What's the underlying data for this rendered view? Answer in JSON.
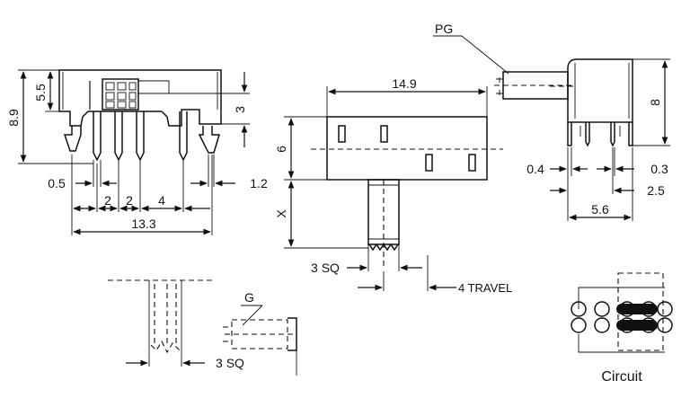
{
  "front_view": {
    "height_total": "8.9",
    "height_body": "5.5",
    "height_terminal": "3",
    "pin_width": "0.5",
    "leg_width": "1.2",
    "pitch_a": "2",
    "pitch_b": "2",
    "pitch_c": "4",
    "overall_length": "13.3"
  },
  "top_view": {
    "length": "14.9",
    "height": "6",
    "actuator_extension": "X",
    "actuator_square": "3 SQ",
    "travel": "4 TRAVEL"
  },
  "side_view": {
    "actuator_label": "PG",
    "height": "8",
    "pin_a": "0.4",
    "pin_b": "0.3",
    "pin_spacing": "2.5",
    "depth": "5.6"
  },
  "actuator_detail": {
    "label": "G",
    "square": "3 SQ"
  },
  "circuit": {
    "caption": "Circuit"
  }
}
